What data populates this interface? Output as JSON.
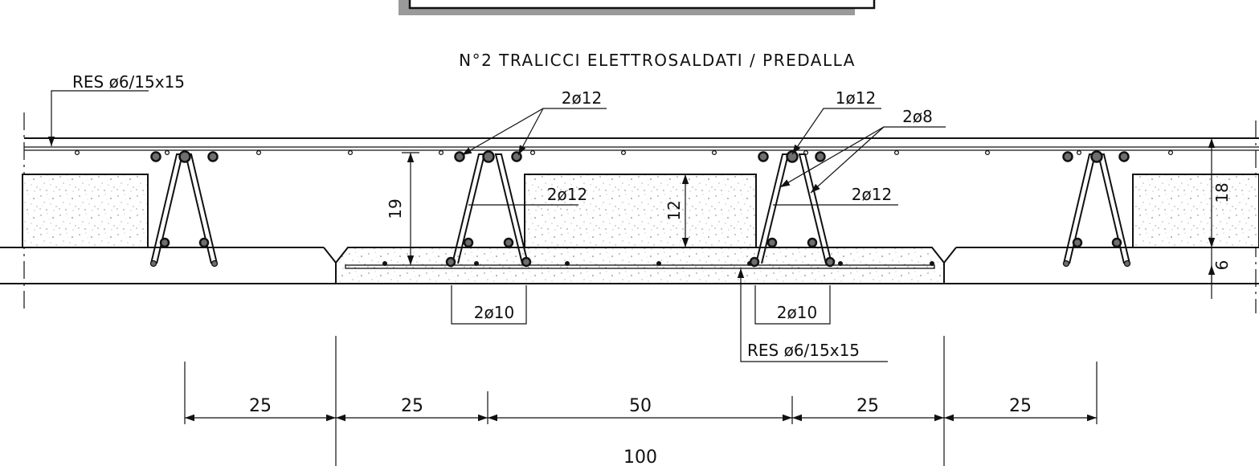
{
  "title": "N°2 TRALICCI ELETTROSALDATI / PREDALLA",
  "labels": {
    "res_top": "RES ø6/15x15",
    "res_bottom": "RES ø6/15x15",
    "top_2d12": "2ø12",
    "top_1d12": "1ø12",
    "top_2d8": "2ø8",
    "mid_2d12_left": "2ø12",
    "mid_2d12_right": "2ø12",
    "bot_2d10_left": "2ø10",
    "bot_2d10_right": "2ø10"
  },
  "dims": {
    "v19": "19",
    "v12": "12",
    "v18": "18",
    "v6": "6",
    "h1": "25",
    "h2": "25",
    "h3": "50",
    "h4": "25",
    "h5": "25",
    "total": "100"
  },
  "colors": {
    "line": "#111111",
    "bar_fill": "#6e6e6e",
    "title_box_shadow": "#9a9a9a"
  }
}
